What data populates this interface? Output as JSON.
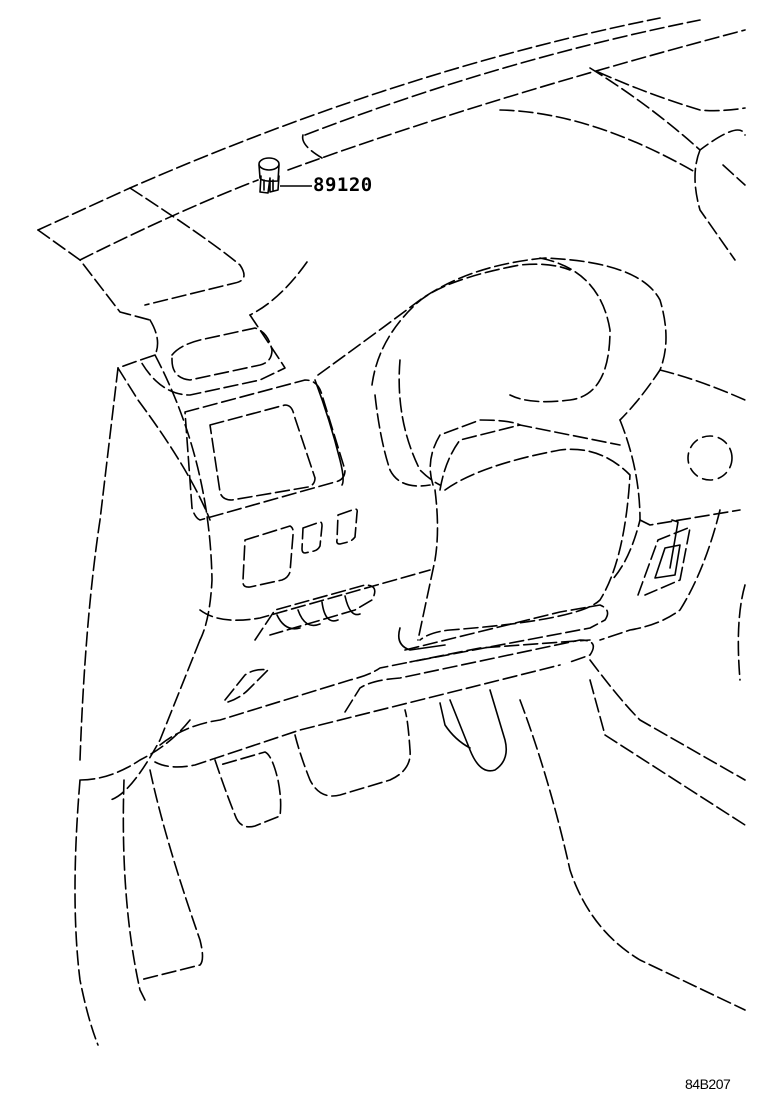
{
  "diagram": {
    "subject": "Instrument panel / dashboard assembly (exploded parts view)",
    "background_color": "#ffffff",
    "line_color": "#000000",
    "callouts": [
      {
        "part_number": "89120",
        "component": "sensor-clip"
      }
    ],
    "figure_code": "84B207"
  }
}
